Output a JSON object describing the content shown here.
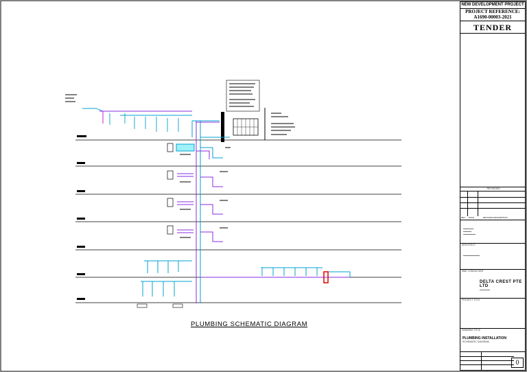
{
  "title_block": {
    "project_name": "NEW DEVELOPMENT PROJECT",
    "project_reference_label": "PROJECT REFERENCE:",
    "project_reference": "A1690-00003-2021",
    "status": "TENDER",
    "revisions_label": "REVISIONS",
    "revision_columns": [
      "REV",
      "DATE",
      "REVISION DESCRIPTION"
    ],
    "architect_label": "ARCHITECT",
    "consultant_label": "M&E CONSULTANT",
    "consultant_name": "DELTA CREST PTE LTD",
    "project_title_label": "PROJECT TITLE",
    "drawing_title_label": "DRAWING TITLE",
    "drawing_title": "PLUMBING INSTALLATION",
    "drawing_subtitle": "SCHEMATIC DIAGRAM",
    "revision_number": "0"
  },
  "diagram": {
    "title": "PLUMBING SCHEMATIC DIAGRAM"
  },
  "colors": {
    "potable_water": "#00a0d0",
    "hot_water": "#8a2be2",
    "flush_water": "#cc00cc",
    "pump": "#e00000",
    "level_line": "#000000"
  }
}
